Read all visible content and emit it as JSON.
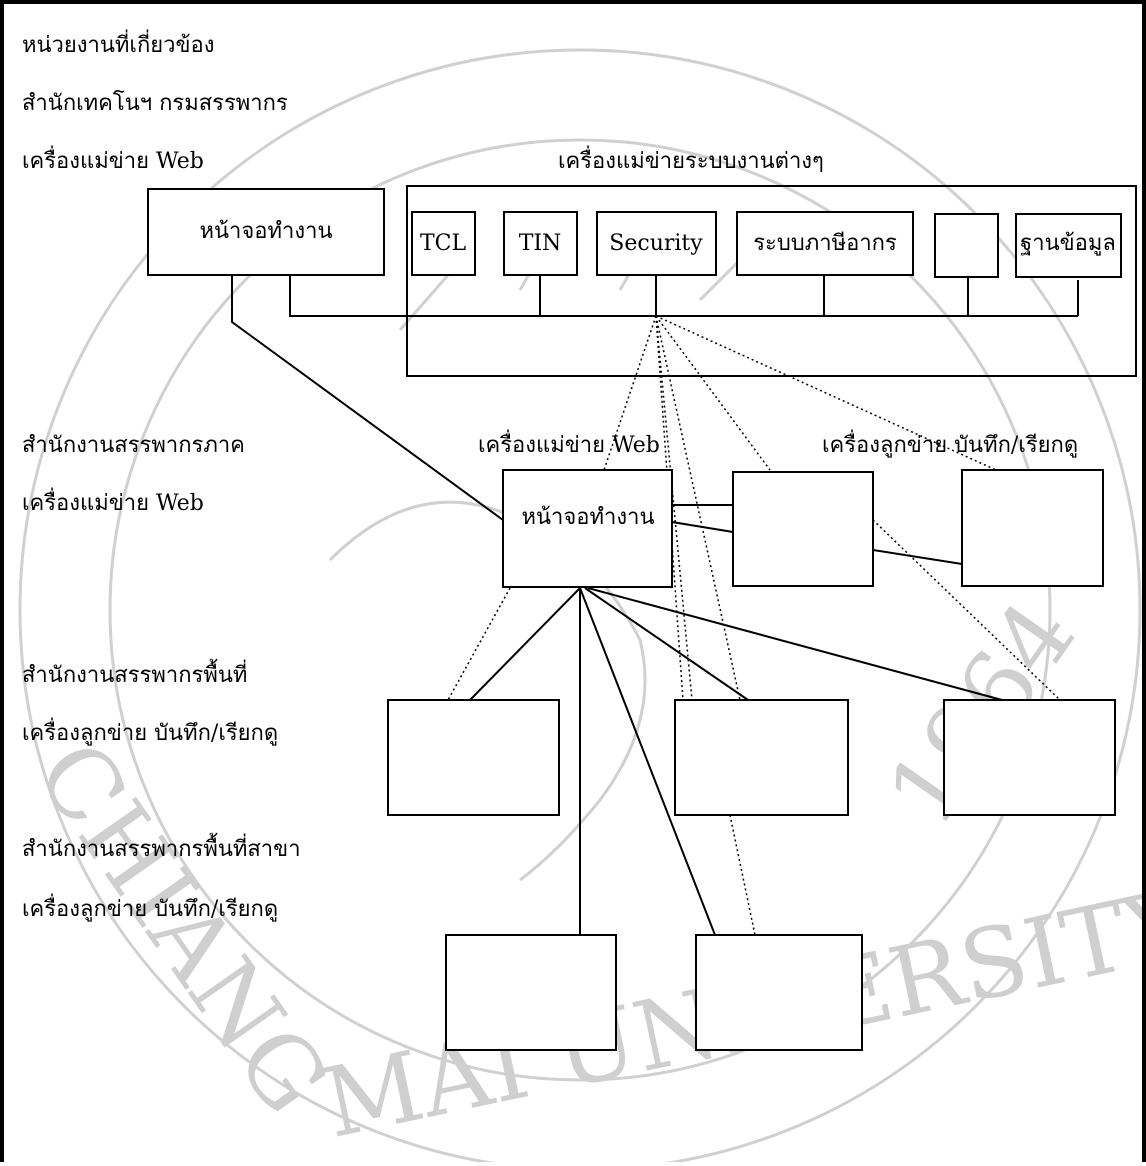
{
  "org_labels": {
    "heading": "หน่วยงานที่เกี่ยวข้อง",
    "central_office": "สำนักเทคโนฯ กรมสรรพากร",
    "central_web_server": "เครื่องแม่ข่าย Web",
    "central_app_servers": "เครื่องแม่ข่ายระบบงานต่างๆ",
    "regional_office": "สำนักงานสรรพากรภาค",
    "regional_web_server": "เครื่องแม่ข่าย Web",
    "regional_web_server_label": "เครื่องแม่ข่าย Web",
    "regional_client_label": "เครื่องลูกข่าย บันทึก/เรียกดู",
    "area_office": "สำนักงานสรรพากรพื้นที่",
    "area_client": "เครื่องลูกข่าย บันทึก/เรียกดู",
    "branch_office": "สำนักงานสรรพากรพื้นที่สาขา",
    "branch_client": "เครื่องลูกข่าย บันทึก/เรียกดู"
  },
  "boxes": {
    "central_workspace": "หน้าจอทำงาน",
    "tcl": "TCL",
    "tin": "TIN",
    "security": "Security",
    "tax_system": "ระบบภาษีอากร",
    "database": "ฐานข้อมูล",
    "regional_workspace": "หน้าจอทำงาน"
  },
  "watermark": {
    "text_left": "CHIANG",
    "text_bottom": "MAI UNIVERSITY",
    "year": "1964"
  }
}
